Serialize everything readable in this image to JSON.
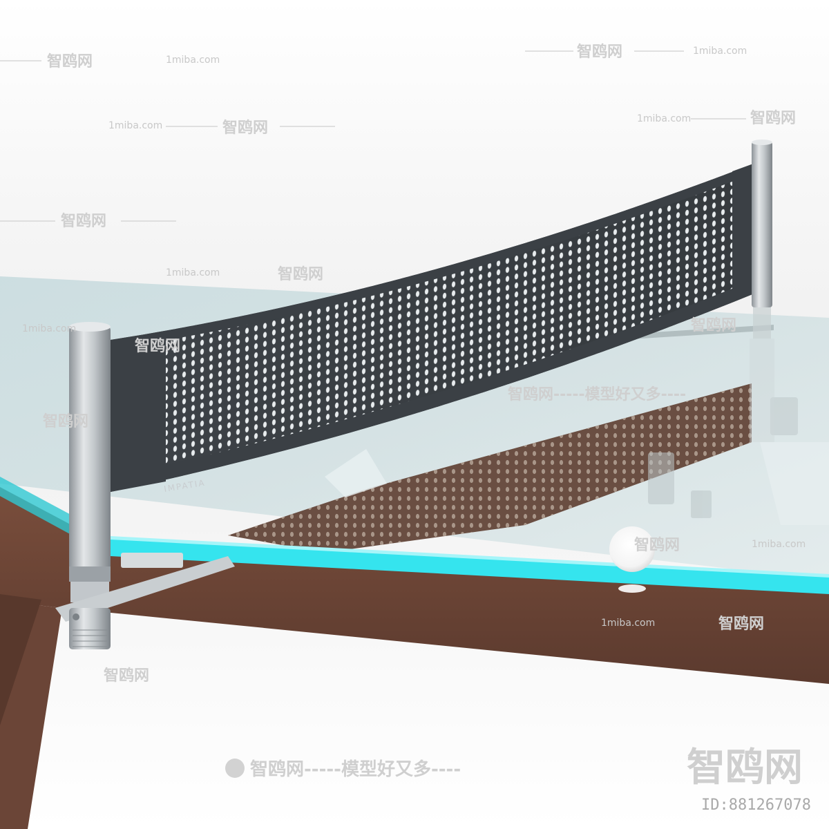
{
  "net_brand": "IMPATIA",
  "watermark": {
    "site": "1miba.com",
    "cn_short": "智鸥网",
    "cn_banner": "智鸥网-----模型好又多----",
    "big_logo": "智鸥网",
    "id_label": "ID:881267078"
  },
  "colors": {
    "net": "#3b4045",
    "glass_edge": "#35e4ee",
    "wood": "#6a4436",
    "post": "#b9bec2",
    "background": "#ffffff"
  }
}
